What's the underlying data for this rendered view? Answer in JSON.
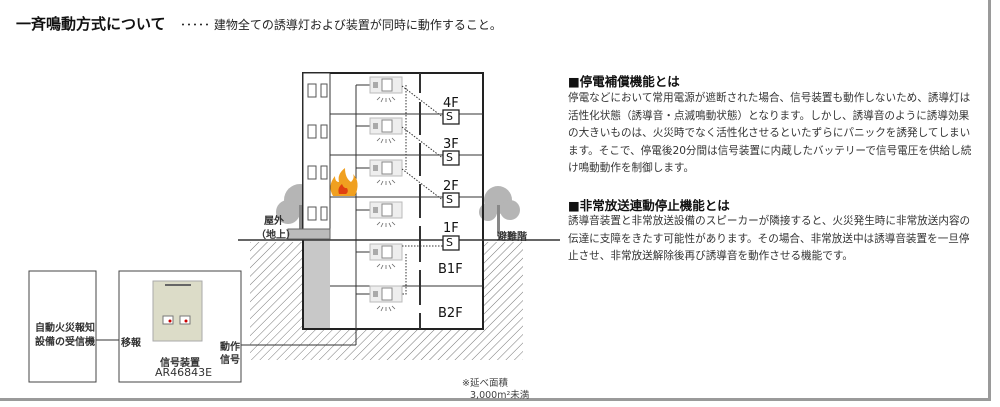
{
  "header": {
    "title": "一斉鳴動方式について",
    "subtitle": "･････ 建物全ての誘導灯および装置が同時に動作すること。"
  },
  "section1": {
    "heading": "■停電補償機能とは",
    "body": "停電などにおいて常用電源が遮断された場合、信号装置も動作しないため、誘導灯は活性化状態（誘導音・点滅鳴動状態）となります。しかし、誘導音のように誘導効果の大きいものは、火災時でなく活性化させるといたずらにパニックを誘発してしまいます。そこで、停電後20分間は信号装置に内蔵したバッテリーで信号電圧を供給し続け鳴動動作を制御します。"
  },
  "section2": {
    "heading": "■非常放送連動停止機能とは",
    "body": "誘導音装置と非常放送設備のスピーカーが隣接すると、火災発生時に非常放送内容の伝達に支障をきたす可能性があります。その場合、非常放送中は誘導音装置を一旦停止させ、非常放送解除後再び誘導音を動作させる機能です。"
  },
  "diagram": {
    "receiver": [
      "自動火災報知",
      "設備の受信機"
    ],
    "transfer": "移報",
    "device_name": "信号装置",
    "device_model": "AR46843E",
    "action_signal": [
      "動作",
      "信号"
    ],
    "outdoor": [
      "屋外",
      "（地上）"
    ],
    "evac_floor": "避難階",
    "floors": [
      "4F",
      "3F",
      "2F",
      "1F",
      "B1F",
      "B2F"
    ],
    "speaker": "S",
    "note": [
      "※延べ面積",
      "3,000m²未満"
    ]
  },
  "colors": {
    "hatch": "#666666",
    "tree": "#b5b5b5",
    "shaft": "#c8c8c8",
    "fire": "#f0a020"
  }
}
